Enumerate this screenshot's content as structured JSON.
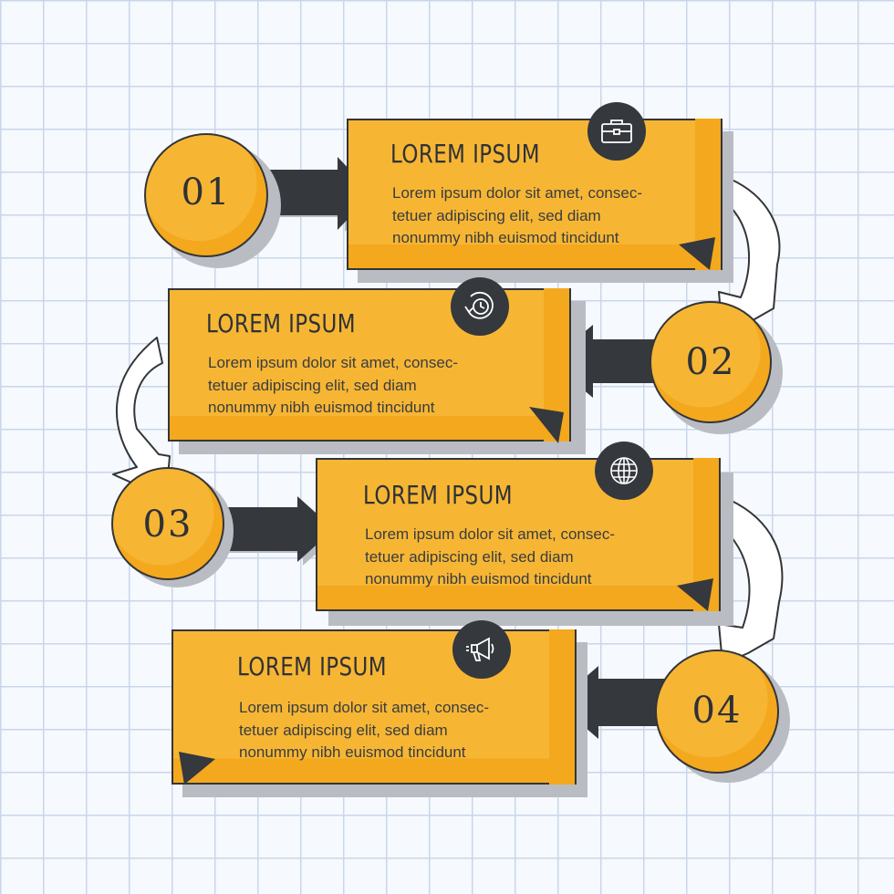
{
  "steps": [
    {
      "number": "01",
      "title": "LOREM IPSUM",
      "description": "Lorem ipsum dolor sit amet, consec-\ntetuer adipiscing elit, sed diam\nnonummy nibh euismod tincidunt",
      "icon": "briefcase-icon"
    },
    {
      "number": "02",
      "title": "LOREM IPSUM",
      "description": "Lorem ipsum dolor sit amet, consec-\ntetuer adipiscing elit, sed diam\nnonummy nibh euismod tincidunt",
      "icon": "clock-history-icon"
    },
    {
      "number": "03",
      "title": "LOREM IPSUM",
      "description": "Lorem ipsum dolor sit amet, consec-\ntetuer adipiscing elit, sed diam\nnonummy nibh euismod tincidunt",
      "icon": "globe-icon"
    },
    {
      "number": "04",
      "title": "LOREM IPSUM",
      "description": "Lorem ipsum dolor sit amet, consec-\ntetuer adipiscing elit, sed diam\nnonummy nibh euismod tincidunt",
      "icon": "megaphone-icon"
    }
  ],
  "colors": {
    "background": "#f6f9fd",
    "grid": "#c9d6ea",
    "card": "#f6b634",
    "card_dark": "#f4a81d",
    "outline": "#333538",
    "arrow": "#35383d",
    "shadow": "#b9bdc3"
  }
}
